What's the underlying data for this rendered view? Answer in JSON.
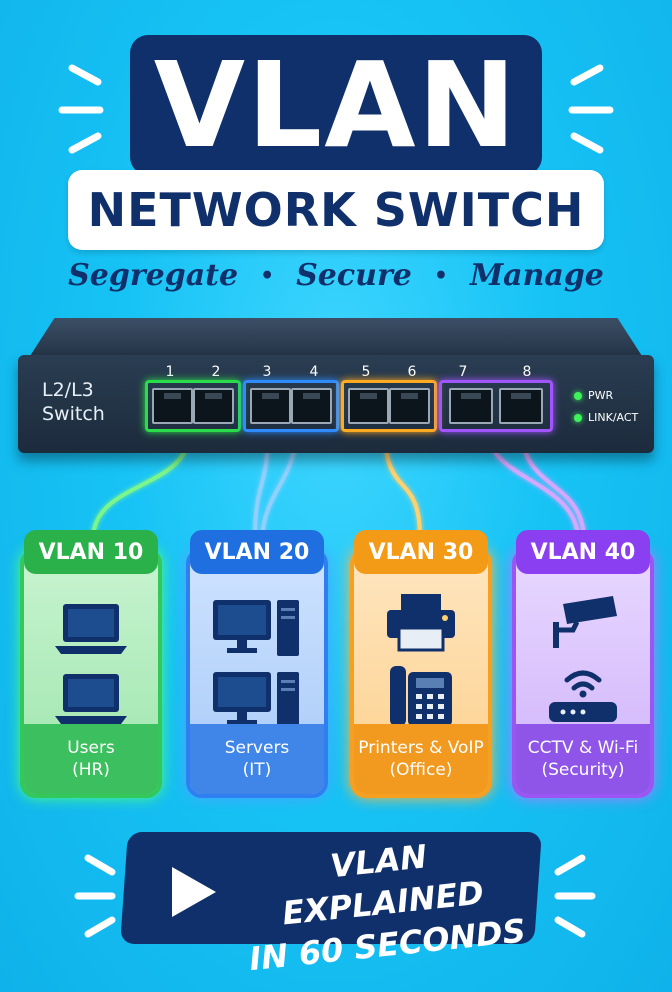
{
  "header": {
    "title": "VLAN",
    "subtitle": "NETWORK SWITCH",
    "tagline": [
      "Segregate",
      "Secure",
      "Manage"
    ],
    "separator": "•"
  },
  "switch": {
    "label_line1": "L2/L3",
    "label_line2": "Switch",
    "ports": [
      "1",
      "2",
      "3",
      "4",
      "5",
      "6",
      "7",
      "8"
    ],
    "indicators": [
      {
        "label": "PWR",
        "color": "#3df25a"
      },
      {
        "label": "LINK/ACT",
        "color": "#3df25a"
      }
    ]
  },
  "vlans": [
    {
      "name": "VLAN 10",
      "line1": "Users",
      "line2": "(HR)",
      "color": "#2bb14a",
      "icon": "laptop-icon"
    },
    {
      "name": "VLAN 20",
      "line1": "Servers",
      "line2": "(IT)",
      "color": "#1f6fe0",
      "icon": "desktop-icon"
    },
    {
      "name": "VLAN 30",
      "line1": "Printers & VoIP",
      "line2": "(Office)",
      "color": "#f39a16",
      "icon": "printer-icon"
    },
    {
      "name": "VLAN 40",
      "line1": "CCTV & Wi-Fi",
      "line2": "(Security)",
      "color": "#8a3ff0",
      "icon": "camera-icon"
    }
  ],
  "banner": {
    "line1": "VLAN EXPLAINED",
    "line2": "IN 60 SECONDS",
    "icon": "play-icon"
  },
  "colors": {
    "navy": "#10306b",
    "background": "#17c3f5"
  }
}
